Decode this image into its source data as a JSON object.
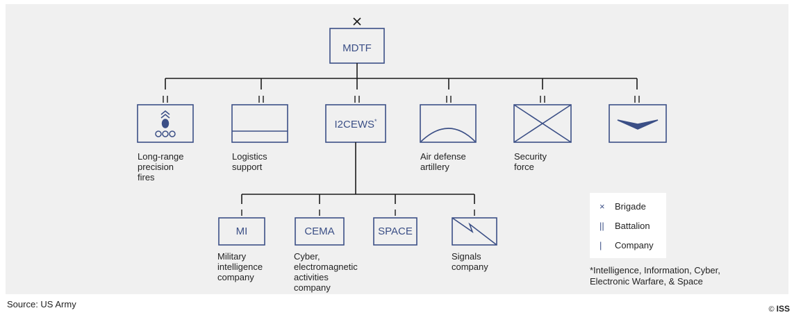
{
  "colors": {
    "line": "#1a1a1a",
    "unit": "#3b4f86",
    "background": "#f0f0f0"
  },
  "root": {
    "label": "MDTF",
    "echelon": "brigade"
  },
  "battalions": [
    {
      "box_text": "",
      "symbol": "long-range-fires-icon",
      "label": "Long-range\nprecision\nfires"
    },
    {
      "box_text": "",
      "symbol": "logistics-icon",
      "label": "Logistics\nsupport"
    },
    {
      "box_text": "I2CEWS",
      "superscript": "*",
      "symbol": "",
      "label": ""
    },
    {
      "box_text": "",
      "symbol": "air-defense-icon",
      "label": "Air defense\nartillery"
    },
    {
      "box_text": "",
      "symbol": "security-force-icon",
      "label": "Security\nforce"
    },
    {
      "box_text": "",
      "symbol": "aviation-icon",
      "label": ""
    }
  ],
  "companies": [
    {
      "box_text": "MI",
      "label": "Military\nintelligence\ncompany"
    },
    {
      "box_text": "CEMA",
      "label": "Cyber,\nelectromagnetic\nactivities\ncompany"
    },
    {
      "box_text": "SPACE",
      "label": ""
    },
    {
      "box_text": "",
      "symbol": "signals-icon",
      "label": "Signals\ncompany"
    }
  ],
  "legend": [
    {
      "symbol": "×",
      "label": "Brigade"
    },
    {
      "symbol": "||",
      "label": "Battalion"
    },
    {
      "symbol": "|",
      "label": "Company"
    }
  ],
  "footnote": "*Intelligence, Information, Cyber,\nElectronic Warfare, & Space",
  "source": "Source: US Army",
  "copyright": {
    "symbol": "©",
    "brand": "ISS"
  }
}
